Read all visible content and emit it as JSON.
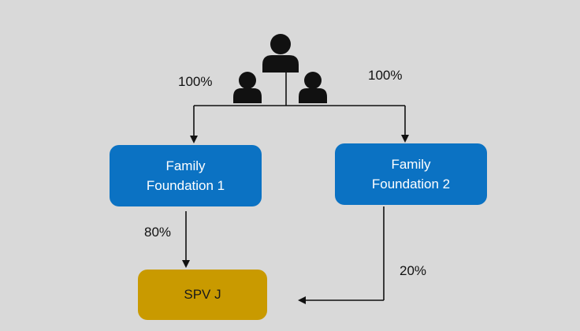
{
  "owners": {
    "icon": "people-group-icon"
  },
  "labels": {
    "left_top_pct": "100%",
    "right_top_pct": "100%",
    "foundation1_to_spv_pct": "80%",
    "foundation2_to_spv_pct": "20%"
  },
  "nodes": {
    "foundation1": {
      "line1": "Family",
      "line2": "Foundation 1"
    },
    "foundation2": {
      "line1": "Family",
      "line2": "Foundation 2"
    },
    "spv": {
      "label": "SPV J"
    }
  },
  "colors": {
    "background": "#d9d9d9",
    "foundation": "#0b72c3",
    "spv": "#c99a00",
    "lines": "#111111"
  }
}
